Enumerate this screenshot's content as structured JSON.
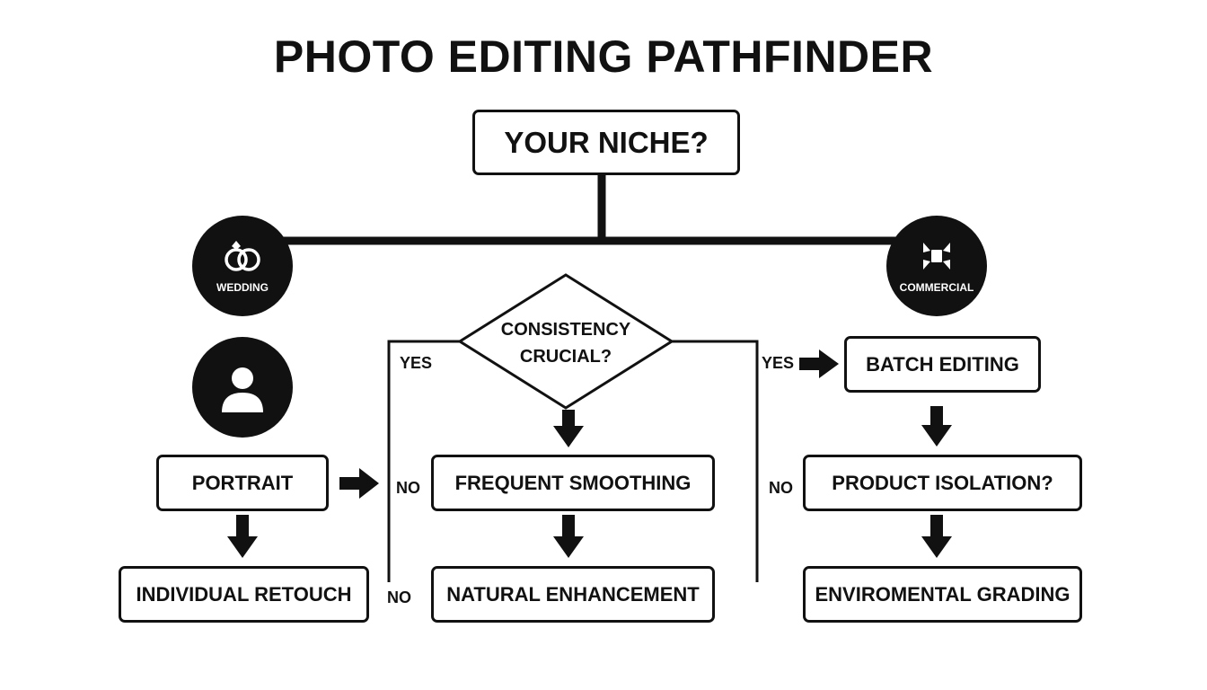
{
  "title": "PHOTO EDITING PATHFINDER",
  "root": "YOUR NICHE?",
  "niches": {
    "wedding": {
      "label": "WEDDING",
      "icon": "rings-icon"
    },
    "commercial": {
      "label": "COMMERCIAL",
      "icon": "studio-light-icon"
    },
    "portrait": {
      "icon": "person-icon"
    }
  },
  "decision": {
    "line1": "CONSISTENCY",
    "line2": "CRUCIAL?"
  },
  "boxes": {
    "portrait": "PORTRAIT",
    "individual_retouch": "INDIVIDUAL RETOUCH",
    "frequent_smoothing": "FREQUENT SMOOTHING",
    "natural_enhancement": "NATURAL ENHANCEMENT",
    "batch_editing": "BATCH EDITING",
    "product_isolation": "PRODUCT ISOLATION?",
    "enviromental_grading": "ENVIROMENTAL GRADING"
  },
  "branch_labels": {
    "yes": "YES",
    "no": "NO"
  },
  "colors": {
    "ink": "#111111",
    "background": "#ffffff"
  }
}
